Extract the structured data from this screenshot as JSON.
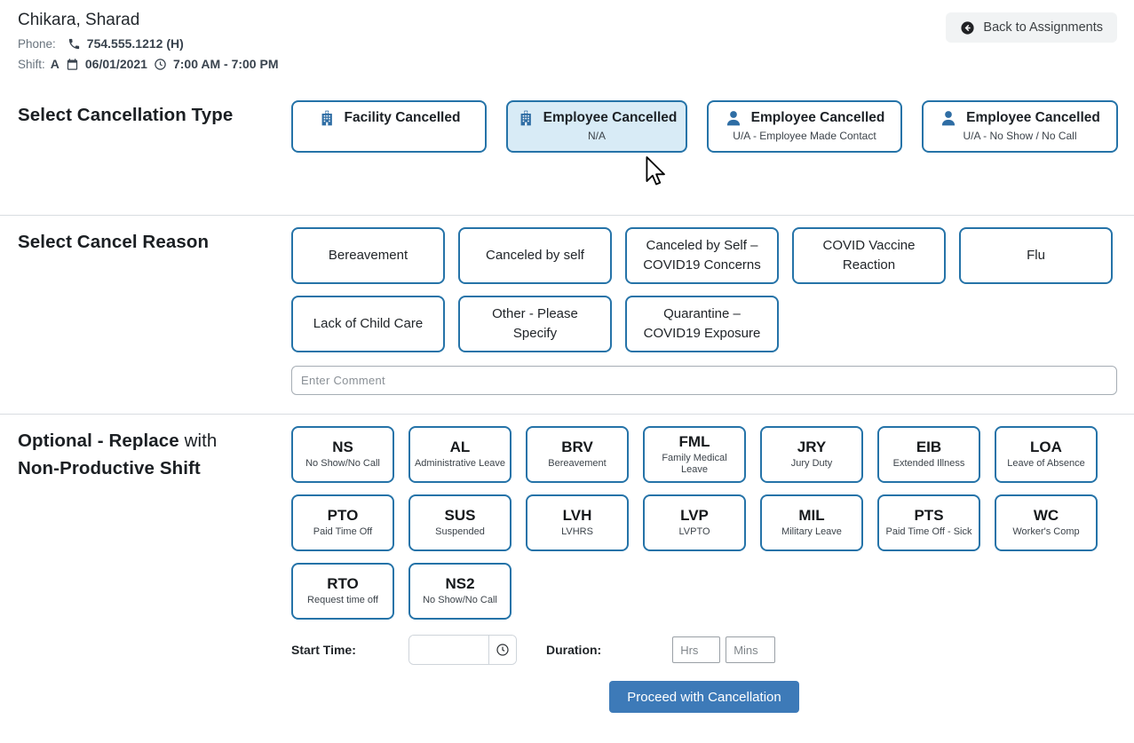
{
  "colors": {
    "accent": "#2573a8",
    "selected_bg": "#d8ebf6",
    "proceed_bg": "#3d7ab8"
  },
  "header": {
    "employee_name": "Chikara, Sharad",
    "phone_label": "Phone:",
    "phone_value": "754.555.1212 (H)",
    "shift_label": "Shift:",
    "shift_code": "A",
    "shift_date": "06/01/2021",
    "shift_time": "7:00 AM - 7:00 PM",
    "back_button_label": "Back to Assignments"
  },
  "cancellation_type": {
    "title": "Select Cancellation Type",
    "options": [
      {
        "label": "Facility Cancelled",
        "subtitle": "",
        "icon": "building-icon",
        "selected": false
      },
      {
        "label": "Employee Cancelled",
        "subtitle": "N/A",
        "icon": "building-icon",
        "selected": true
      },
      {
        "label": "Employee Cancelled",
        "subtitle": "U/A - Employee Made Contact",
        "icon": "person-icon",
        "selected": false
      },
      {
        "label": "Employee Cancelled",
        "subtitle": "U/A - No Show / No Call",
        "icon": "person-icon",
        "selected": false
      }
    ]
  },
  "cancel_reason": {
    "title": "Select Cancel Reason",
    "options": [
      {
        "label": "Bereavement"
      },
      {
        "label": "Canceled by self"
      },
      {
        "label": "Canceled by Self – COVID19 Concerns"
      },
      {
        "label": "COVID Vaccine Reaction"
      },
      {
        "label": "Flu"
      },
      {
        "label": "Lack of Child Care"
      },
      {
        "label": "Other - Please Specify"
      },
      {
        "label": "Quarantine – COVID19 Exposure"
      }
    ],
    "comment_placeholder": "Enter Comment"
  },
  "non_productive": {
    "title_strong_1": "Optional - Replace",
    "title_light": "with",
    "title_strong_2": "Non-Productive Shift",
    "options": [
      {
        "code": "NS",
        "desc": "No Show/No Call"
      },
      {
        "code": "AL",
        "desc": "Administrative Leave"
      },
      {
        "code": "BRV",
        "desc": "Bereavement"
      },
      {
        "code": "FML",
        "desc": "Family Medical Leave"
      },
      {
        "code": "JRY",
        "desc": "Jury Duty"
      },
      {
        "code": "EIB",
        "desc": "Extended Illness"
      },
      {
        "code": "LOA",
        "desc": "Leave of Absence"
      },
      {
        "code": "PTO",
        "desc": "Paid Time Off"
      },
      {
        "code": "SUS",
        "desc": "Suspended"
      },
      {
        "code": "LVH",
        "desc": "LVHRS"
      },
      {
        "code": "LVP",
        "desc": "LVPTO"
      },
      {
        "code": "MIL",
        "desc": "Military Leave"
      },
      {
        "code": "PTS",
        "desc": "Paid Time Off - Sick"
      },
      {
        "code": "WC",
        "desc": "Worker's Comp"
      },
      {
        "code": "RTO",
        "desc": "Request time off"
      },
      {
        "code": "NS2",
        "desc": "No Show/No Call"
      }
    ],
    "start_time_label": "Start Time:",
    "start_time_value": "",
    "duration_label": "Duration:",
    "hrs_placeholder": "Hrs",
    "mins_placeholder": "Mins",
    "proceed_button_label": "Proceed with Cancellation"
  }
}
